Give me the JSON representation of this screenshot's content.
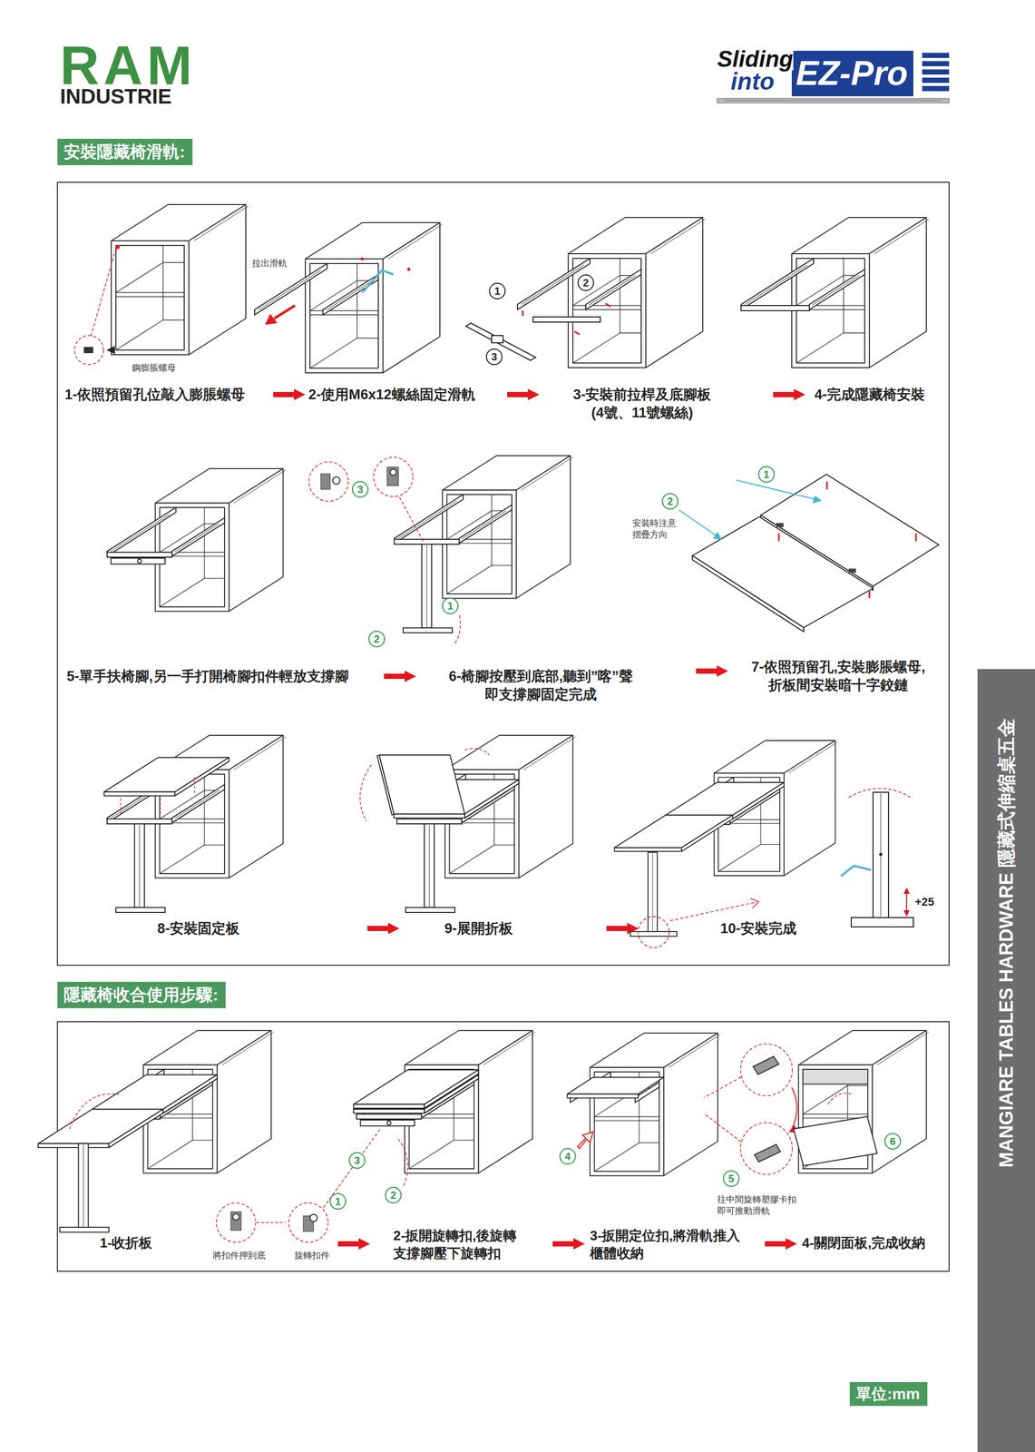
{
  "diagram": {
    "nodes": [
      {
        "text": [
          "EZ-Pro"
        ]
      },
      {
        "text": [
          "安裝隱藏椅滑軌:"
        ]
      },
      {
        "text": [
          "隱藏椅收合使用步驟:"
        ]
      },
      {
        "text": [
          "MANGIARE TABLES HARDWARE 隱藏式伸縮桌五金"
        ]
      },
      {
        "text": [
          "單位:mm"
        ]
      }
    ],
    "labels": [
      "RAM",
      "INDUSTRIE",
      "Sliding",
      "into",
      "鋼膨脹螺母",
      "拉出滑軌",
      "1",
      "2",
      "3",
      "1-依照預留孔位敲入膨脹螺母",
      "2-使用M6x12螺絲固定滑軌",
      "3-安裝前拉桿及底腳板 (4號、11號螺絲)",
      "4-完成隱藏椅安裝",
      "3",
      "1",
      "2",
      "1",
      "2",
      "安裝時注意 摺疊方向",
      "5-單手扶椅腳,另一手打開椅腳扣件輕放支撐腳",
      "6-椅腳按壓到底部,聽到”喀”聲 即支撐腳固定完成",
      "7-依照預留孔,安裝膨脹螺母, 折板間安裝暗十字鉸鏈",
      "+25",
      "8-安裝固定板",
      "9-展開折板",
      "10-安裝完成",
      "3",
      "1",
      "2",
      "將扣件押到底",
      "旋轉扣件",
      "1-收折板",
      "2-扳開旋轉扣,後旋轉 支撐腳壓下旋轉扣",
      "4",
      "5",
      "往中間旋轉塑膠卡扣 即可推動滑軌",
      "3-扳開定位扣,將滑軌推入 櫃體收納",
      "6",
      "4-關閉面板,完成收納"
    ]
  }
}
